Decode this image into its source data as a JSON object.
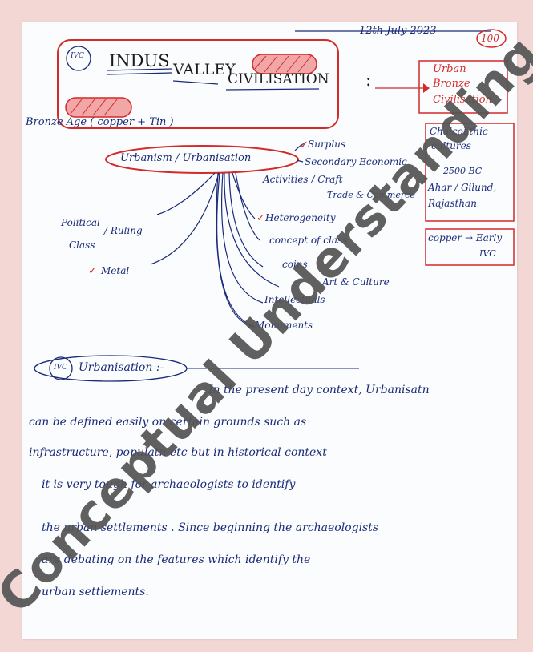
{
  "date": "12th July 2023",
  "page_number": "100",
  "title": {
    "mark": "IVC",
    "word1": "INDUS",
    "word2": "VALLEY",
    "word3": "CIVILISATION",
    "colon": ":"
  },
  "side_notes": {
    "urban_bronze": [
      "Urban",
      "Bronze",
      "Civilisation"
    ],
    "chalcolithic": [
      "Chalcolithic",
      "cultures"
    ],
    "date_bc": "2500 BC",
    "sites": [
      "Ahar / Gilund,",
      "Rajasthan"
    ],
    "copper_note": [
      "copper → Early",
      "IVC"
    ]
  },
  "bronze_age": "Bronze Age ( copper + Tin )",
  "mindmap": {
    "center": "Urbanism / Urbanisation",
    "left": [
      "Political",
      "/ Ruling",
      "Class",
      "Metal"
    ],
    "right": [
      "Surplus",
      "Secondary Economic",
      "Activities / Craft",
      "Trade & Commerce",
      "Heterogeneity",
      "concept of class",
      "coins",
      "Art & Culture",
      "Intellectuals",
      "Monuments"
    ]
  },
  "section_heading": {
    "mark": "IVC",
    "label": "Urbanisation :-"
  },
  "paragraph": [
    "In the present day context, Urbanisatn",
    "can be defined easily on certain grounds such as",
    "infrastructure, populatn etc but in historical context",
    "it is very tough for archaeologists to identify",
    "the urban settlements . Since beginning the archaeologists",
    "are debating on the features which identify the",
    "urban settlements."
  ],
  "watermark": "Conceptual Understanding"
}
